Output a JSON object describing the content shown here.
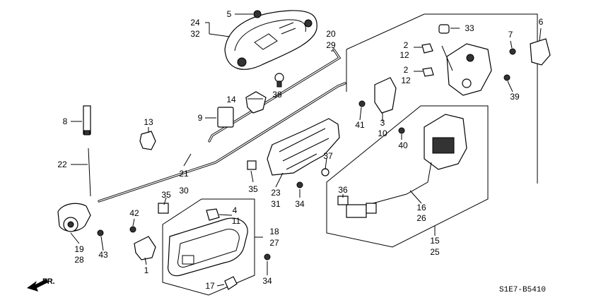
{
  "callouts": [
    {
      "id": "c5",
      "text": "5"
    },
    {
      "id": "c24",
      "text": "24"
    },
    {
      "id": "c32",
      "text": "32"
    },
    {
      "id": "c20",
      "text": "20"
    },
    {
      "id": "c29",
      "text": "29"
    },
    {
      "id": "c38",
      "text": "38"
    },
    {
      "id": "c14",
      "text": "14"
    },
    {
      "id": "c9",
      "text": "9"
    },
    {
      "id": "c8",
      "text": "8"
    },
    {
      "id": "c13",
      "text": "13"
    },
    {
      "id": "c22",
      "text": "22"
    },
    {
      "id": "c21",
      "text": "21"
    },
    {
      "id": "c30",
      "text": "30"
    },
    {
      "id": "c35a",
      "text": "35"
    },
    {
      "id": "c35b",
      "text": "35"
    },
    {
      "id": "c23",
      "text": "23"
    },
    {
      "id": "c31",
      "text": "31"
    },
    {
      "id": "c34a",
      "text": "34"
    },
    {
      "id": "c34b",
      "text": "34"
    },
    {
      "id": "c37",
      "text": "37"
    },
    {
      "id": "c36",
      "text": "36"
    },
    {
      "id": "c16",
      "text": "16"
    },
    {
      "id": "c26",
      "text": "26"
    },
    {
      "id": "c15",
      "text": "15"
    },
    {
      "id": "c25",
      "text": "25"
    },
    {
      "id": "c40",
      "text": "40"
    },
    {
      "id": "c41",
      "text": "41"
    },
    {
      "id": "c3",
      "text": "3"
    },
    {
      "id": "c10",
      "text": "10"
    },
    {
      "id": "c2a",
      "text": "2"
    },
    {
      "id": "c12a",
      "text": "12"
    },
    {
      "id": "c2b",
      "text": "2"
    },
    {
      "id": "c12b",
      "text": "12"
    },
    {
      "id": "c33",
      "text": "33"
    },
    {
      "id": "c7",
      "text": "7"
    },
    {
      "id": "c6",
      "text": "6"
    },
    {
      "id": "c39",
      "text": "39"
    },
    {
      "id": "c4",
      "text": "4"
    },
    {
      "id": "c11",
      "text": "11"
    },
    {
      "id": "c18",
      "text": "18"
    },
    {
      "id": "c27",
      "text": "27"
    },
    {
      "id": "c42",
      "text": "42"
    },
    {
      "id": "c1",
      "text": "1"
    },
    {
      "id": "c19",
      "text": "19"
    },
    {
      "id": "c28",
      "text": "28"
    },
    {
      "id": "c43",
      "text": "43"
    },
    {
      "id": "c17",
      "text": "17"
    }
  ],
  "direction_label": "FR.",
  "diagram_code": "S1E7-B5410"
}
